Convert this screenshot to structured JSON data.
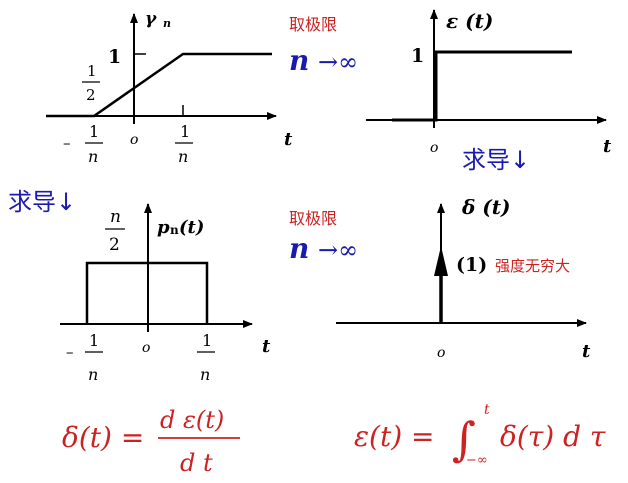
{
  "colors": {
    "ink": "#000000",
    "red": "#cc2222",
    "blue": "#1a1ab0"
  },
  "panel_ramp": {
    "y_label_gamma": "γ",
    "y_label_sub": "n",
    "one": "1",
    "half_num": "1",
    "half_den": "2",
    "neg_sign": "–",
    "neg_num": "1",
    "neg_den": "n",
    "origin": "o",
    "pos_num": "1",
    "pos_den": "n",
    "t": "t"
  },
  "panel_step": {
    "y_label": "ε (t)",
    "one": "1",
    "origin": "o",
    "t": "t"
  },
  "panel_pulse": {
    "height_num": "n",
    "height_den": "2",
    "y_label_p": "p",
    "y_label_sub": "n",
    "y_label_arg": "(t)",
    "neg_sign": "–",
    "neg_num": "1",
    "neg_den": "n",
    "origin": "o",
    "pos_num": "1",
    "pos_den": "n",
    "t": "t"
  },
  "panel_impulse": {
    "y_label": "δ (t)",
    "strength": "(1)",
    "strength_note": "强度无穷大",
    "origin": "o",
    "t": "t"
  },
  "annotations": {
    "limit_top": "取极限",
    "limit_top_expr_n": "n",
    "limit_top_expr_arrow": "→∞",
    "limit_mid": "取极限",
    "limit_mid_expr_n": "n",
    "limit_mid_expr_arrow": "→∞",
    "deriv_left": "求导↓",
    "deriv_right": "求导↓"
  },
  "formulas": {
    "left_lhs": "δ(t) =",
    "left_num": "d ε(t)",
    "left_den": "d t",
    "right_lhs": "ε(t) =",
    "right_integral": "∫",
    "right_upper": "t",
    "right_lower": "−∞",
    "right_integrand": "δ(τ) d τ"
  }
}
